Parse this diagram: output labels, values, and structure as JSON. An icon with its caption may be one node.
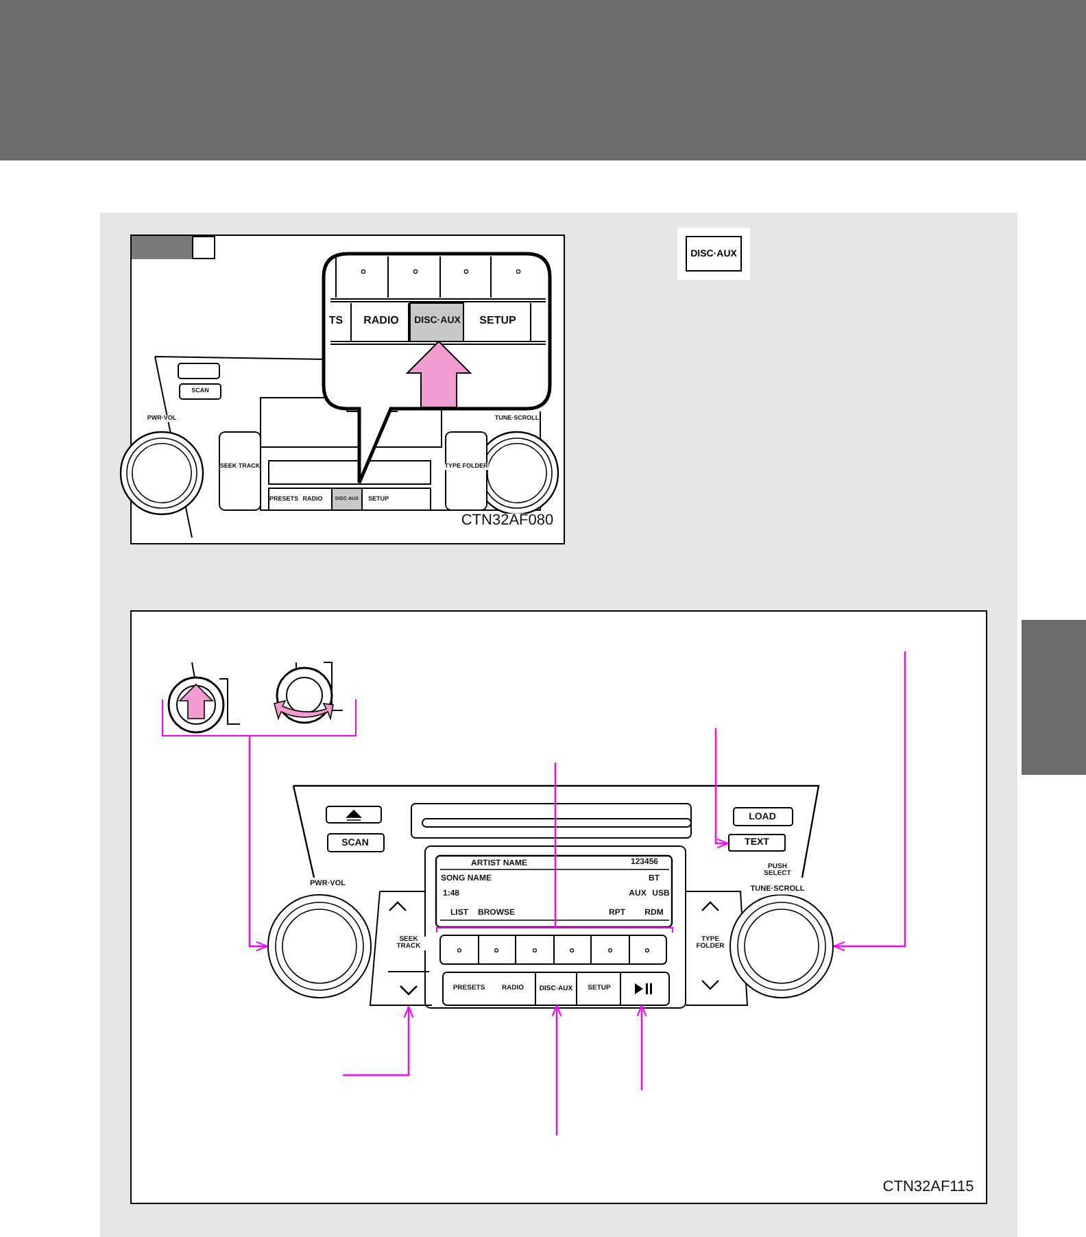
{
  "diagram": {
    "nodes": [
      {
        "text": [
          "DISC·AUX"
        ]
      },
      {
        "text": [
          "TEXT"
        ]
      },
      {
        "text": [],
        "shape": "circle",
        "beside": [
          "PWR·VOL"
        ]
      },
      {
        "text": [],
        "shape": "box"
      },
      {
        "text": [],
        "shape": "circle",
        "beside": [
          "PUSH SELECT",
          "TUNE·SCROLL"
        ]
      },
      {
        "text": [],
        "shape": "box"
      },
      {
        "text": [
          "DISC·AUX"
        ]
      },
      {
        "text": [],
        "shape": "box"
      },
      {
        "text": [],
        "shape": "bar"
      }
    ],
    "edges": [
      {
        "from": 8,
        "to": 2,
        "arrow": "to"
      },
      {
        "from": null,
        "to": 3,
        "arrow": "none"
      },
      {
        "from": null,
        "to": 1,
        "arrow": "to"
      },
      {
        "from": null,
        "to": 4,
        "arrow": "to"
      },
      {
        "from": null,
        "to": 5,
        "arrow": "to"
      },
      {
        "from": null,
        "to": 6,
        "arrow": "to"
      },
      {
        "from": null,
        "to": 7,
        "arrow": "to"
      }
    ],
    "labels": [
      "TS",
      "RADIO",
      "DISC·AUX",
      "SETUP",
      "SCAN",
      "PWR·VOL",
      "SEEK TRACK",
      "TUNE·SCROLL",
      "TYPE FOLDER",
      "PRESETS",
      "RADIO",
      "DISC·AUX",
      "SETUP",
      "CTN32AF080",
      "LOAD",
      "SCAN",
      "ARTIST NAME",
      "123456",
      "SONG NAME",
      "BT",
      "1:48",
      "AUX",
      "USB",
      "LIST",
      "BROWSE",
      "RPT",
      "RDM",
      "SEEK TRACK",
      "TYPE FOLDER",
      "PRESETS",
      "RADIO",
      "SETUP",
      "CTN32AF115"
    ]
  }
}
